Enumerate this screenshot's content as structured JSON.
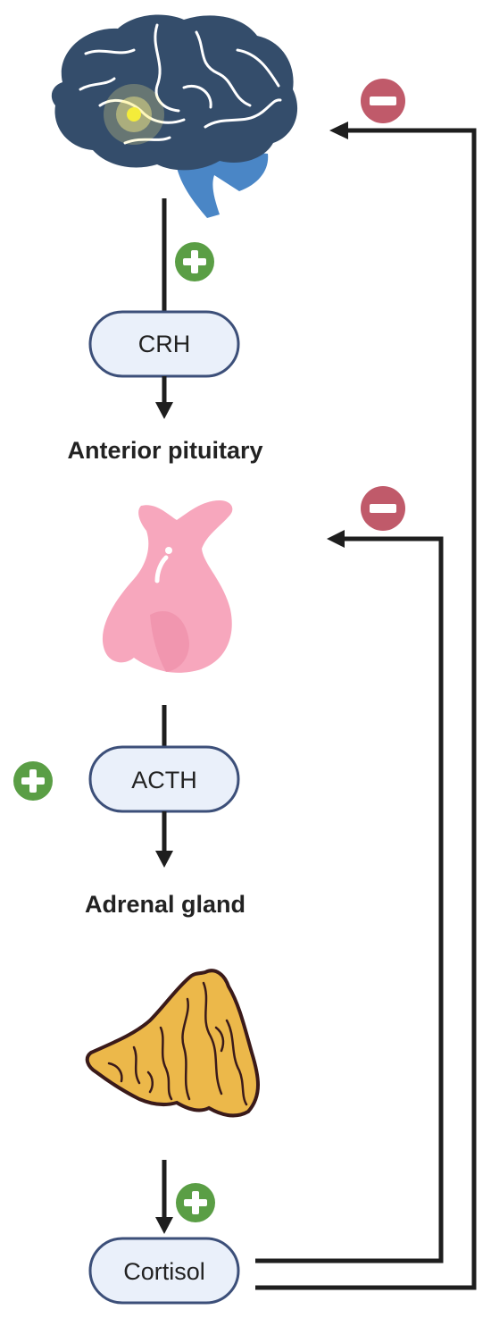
{
  "nodes": {
    "crh": "CRH",
    "acth": "ACTH",
    "cortisol": "Cortisol"
  },
  "organs": {
    "anterior_pituitary": "Anterior pituitary",
    "adrenal_gland": "Adrenal gland"
  },
  "icons": {
    "brain": "brain-icon",
    "pituitary": "pituitary-gland-icon",
    "adrenal": "adrenal-gland-icon",
    "stimulate": "plus-circle-icon",
    "inhibit": "minus-circle-icon"
  },
  "colors": {
    "stimulate": "#5a9e45",
    "inhibit": "#c05a6a",
    "brain": "#344d6b",
    "cerebellum": "#4a86c6",
    "pituitary": "#f7a7bd",
    "adrenal": "#ecb84a",
    "pill_fill": "#eaf0fa",
    "pill_stroke": "#3c4f79"
  }
}
